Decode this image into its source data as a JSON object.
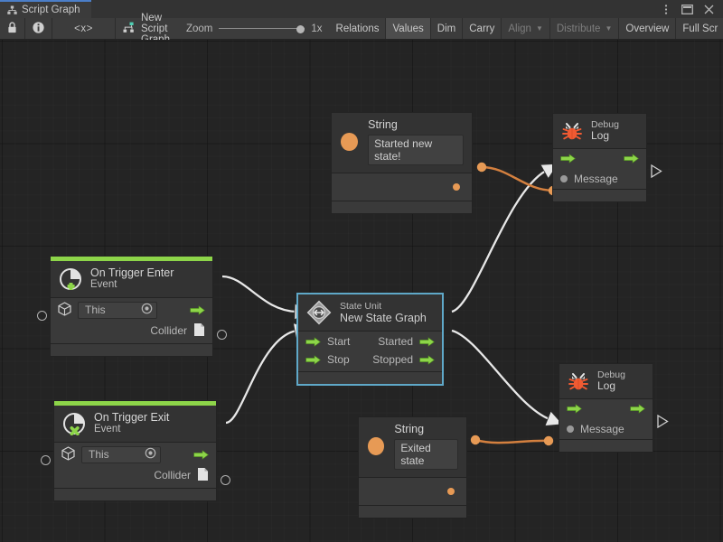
{
  "window": {
    "tab_label": "Script Graph",
    "tab_icon": "graph-icon",
    "menu_icon": "kebab-menu-icon",
    "maximize_icon": "maximize-icon",
    "close_icon": "close-icon"
  },
  "toolbar": {
    "lock_icon": "lock-icon",
    "info_icon": "info-icon",
    "code_label": "<x>",
    "graph_name": "New Script Graph",
    "graph_icon": "script-graph-icon",
    "zoom_label": "Zoom",
    "zoom_value": "1x",
    "buttons": [
      {
        "label": "Relations",
        "state": "normal"
      },
      {
        "label": "Values",
        "state": "active"
      },
      {
        "label": "Dim",
        "state": "normal"
      },
      {
        "label": "Carry",
        "state": "normal"
      },
      {
        "label": "Align",
        "state": "dim",
        "caret": true
      },
      {
        "label": "Distribute",
        "state": "dim",
        "caret": true
      },
      {
        "label": "Overview",
        "state": "normal"
      },
      {
        "label": "Full Scr",
        "state": "normal"
      }
    ]
  },
  "colors": {
    "accent_green": "#8dd549",
    "flow_wire": "#e8e8e8",
    "value_wire": "#d4803f",
    "value_port": "#e79a55",
    "selection": "#5fa8c8",
    "canvas_bg": "#242424",
    "node_bg": "#3a3a3a",
    "node_header_bg": "#333333"
  },
  "nodes": {
    "string_top": {
      "type_label": "String",
      "value": "Started new state!",
      "icon": "string-value-icon",
      "output_port": "value-output-port"
    },
    "string_bottom": {
      "type_label": "String",
      "value": "Exited state",
      "icon": "string-value-icon",
      "output_port": "value-output-port"
    },
    "debug_log_top": {
      "title": "Debug",
      "subtitle": "Log",
      "icon": "bug-icon",
      "input_flow": "flow-input",
      "output_flow": "flow-output",
      "message_label": "Message"
    },
    "debug_log_bottom": {
      "title": "Debug",
      "subtitle": "Log",
      "icon": "bug-icon",
      "input_flow": "flow-input",
      "output_flow": "flow-output",
      "message_label": "Message"
    },
    "on_trigger_enter": {
      "title": "On Trigger Enter",
      "subtitle": "Event",
      "icon": "event-plus-icon",
      "target_value": "This",
      "target_icon": "gameobject-cube-icon",
      "picker_icon": "object-picker-icon",
      "collider_label": "Collider",
      "collider_icon": "collider-asset-icon"
    },
    "on_trigger_exit": {
      "title": "On Trigger Exit",
      "subtitle": "Event",
      "icon": "event-cross-icon",
      "target_value": "This",
      "target_icon": "gameobject-cube-icon",
      "picker_icon": "object-picker-icon",
      "collider_label": "Collider",
      "collider_icon": "collider-asset-icon"
    },
    "state_unit": {
      "title": "State Unit",
      "subtitle": "New  State  Graph",
      "icon": "state-unit-icon",
      "inputs": [
        "Start",
        "Stop"
      ],
      "outputs": [
        "Started",
        "Stopped"
      ],
      "selected": true
    }
  }
}
